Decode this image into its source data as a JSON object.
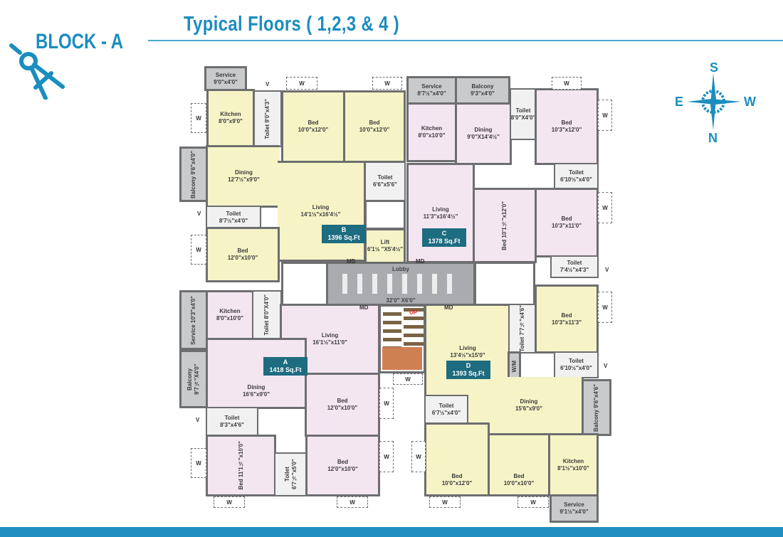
{
  "header": {
    "block": "BLOCK - A",
    "title": "Typical Floors ( 1,2,3 & 4 )"
  },
  "compass": {
    "north": "N",
    "south": "S",
    "east": "E",
    "west": "W"
  },
  "labels": {
    "window": "W",
    "ventilator": "V",
    "main_door": "MD",
    "up": "UP",
    "washing_machine": "W/M"
  },
  "colors": {
    "accent": "#1b8dbe",
    "unit_yellow": "#f6f4c6",
    "unit_pink": "#f4e6f1",
    "wall": "#6d6e70",
    "badge": "#1e6c80",
    "staircase_landing": "#cf8052"
  },
  "units": [
    {
      "id": "B",
      "area": "1396 Sq.Ft",
      "rooms": [
        {
          "name": "Service",
          "dims": "9'0\"x4'0\""
        },
        {
          "name": "Kitchen",
          "dims": "8'0\"x9'0\""
        },
        {
          "name": "Toilet",
          "dims": "9'0\"x4'3\""
        },
        {
          "name": "Bed",
          "dims": "10'0\"x12'0\""
        },
        {
          "name": "Bed",
          "dims": "10'0\"x12'0\""
        },
        {
          "name": "Balcony",
          "dims": "9'6\"x4'0\""
        },
        {
          "name": "Dining",
          "dims": "12'7½\"x9'0\""
        },
        {
          "name": "Living",
          "dims": "14'1½\"x16'4½\""
        },
        {
          "name": "Toilet",
          "dims": "6'6\"x5'6\""
        },
        {
          "name": "Toilet",
          "dims": "8'7½\"x4'0\""
        },
        {
          "name": "Bed",
          "dims": "12'0\"x10'0\""
        },
        {
          "name": "Lift",
          "dims": "6'1½ \"X5'4½\""
        }
      ]
    },
    {
      "id": "C",
      "area": "1378 Sq.Ft",
      "rooms": [
        {
          "name": "Service",
          "dims": "8'7½\"x4'0\""
        },
        {
          "name": "Balcony",
          "dims": "9'3\"x4'0\""
        },
        {
          "name": "Kitchen",
          "dims": "8'0\"x10'0\""
        },
        {
          "name": "Dining",
          "dims": "9'0\"X14'4½\""
        },
        {
          "name": "Toilet",
          "dims": "8'0\"X4'0\""
        },
        {
          "name": "Bed",
          "dims": "10'3\"x12'0\""
        },
        {
          "name": "Toilet",
          "dims": "6'10½\"x4'0\""
        },
        {
          "name": "Living",
          "dims": "11'3\"x16'4½\""
        },
        {
          "name": "Bed",
          "dims": "10'1½\"x12'0\""
        },
        {
          "name": "Bed",
          "dims": "10'3\"x11'0\""
        },
        {
          "name": "Toilet",
          "dims": "7'4½\"x4'3\""
        }
      ]
    },
    {
      "id": "A",
      "area": "1418 Sq.Ft",
      "rooms": [
        {
          "name": "Service",
          "dims": "10'3\"x4'0\""
        },
        {
          "name": "Kitchen",
          "dims": "8'0\"x10'0\""
        },
        {
          "name": "Toilet",
          "dims": "8'0\"X4'0\""
        },
        {
          "name": "Living",
          "dims": "16'1½\"x11'0\""
        },
        {
          "name": "Balcony",
          "dims": "9'7½\"X4'0\""
        },
        {
          "name": "Dining",
          "dims": "16'6\"x9'0\""
        },
        {
          "name": "Bed",
          "dims": "12'0\"x10'0\""
        },
        {
          "name": "Toilet",
          "dims": "8'3\"x4'6\""
        },
        {
          "name": "Bed",
          "dims": "11'1½\"x10'0\""
        },
        {
          "name": "Toilet",
          "dims": "6'7½\"x5'0\""
        },
        {
          "name": "Bed",
          "dims": "12'0\"x10'0\""
        }
      ]
    },
    {
      "id": "D",
      "area": "1393 Sq.Ft",
      "rooms": [
        {
          "name": "Living",
          "dims": "13'4½\"x15'0\""
        },
        {
          "name": "Toilet",
          "dims": "7'7½\"x4'6\""
        },
        {
          "name": "Bed",
          "dims": "10'3\"x11'3\""
        },
        {
          "name": "Toilet",
          "dims": "6'10½\"x4'0\""
        },
        {
          "name": "Dining",
          "dims": "15'6\"x9'0\""
        },
        {
          "name": "Balcony",
          "dims": "9'6\"x4'6\""
        },
        {
          "name": "Toilet",
          "dims": "6'7½\"x4'0\""
        },
        {
          "name": "Bed",
          "dims": "10'0\"x12'0\""
        },
        {
          "name": "Bed",
          "dims": "10'0\"x10'0\""
        },
        {
          "name": "Kitchen",
          "dims": "8'1½\"x10'0\""
        },
        {
          "name": "Service",
          "dims": "9'1½\"x4'0\""
        }
      ]
    }
  ],
  "lobby": {
    "name": "Lobby",
    "dims": "32'0\" X6'0\""
  }
}
